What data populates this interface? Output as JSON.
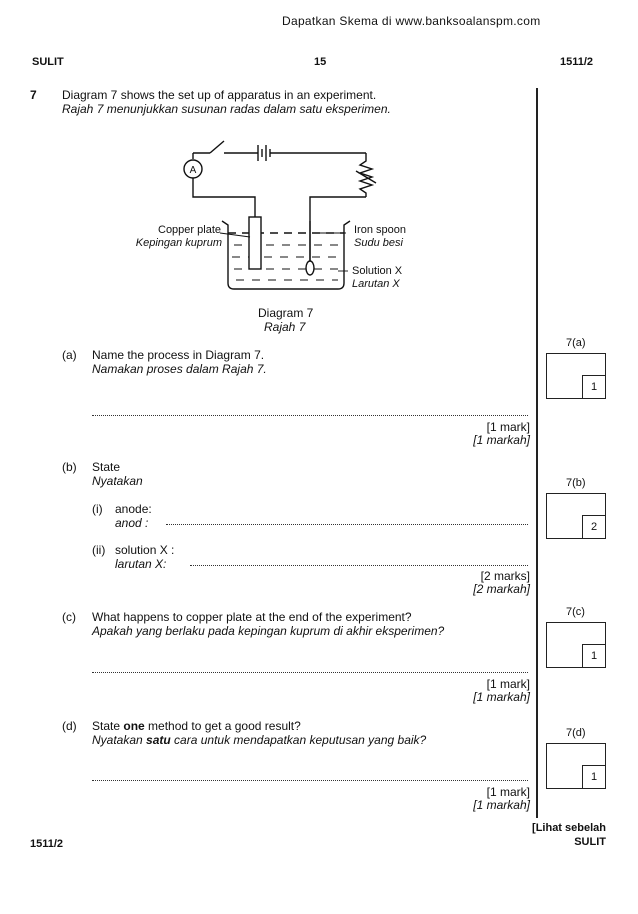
{
  "header": {
    "watermark": "Dapatkan Skema di www.banksoalanspm.com",
    "left": "SULIT",
    "page": "15",
    "right": "1511/2"
  },
  "question": {
    "number": "7",
    "intro_en": "Diagram 7 shows the set up of apparatus in an experiment.",
    "intro_ms": "Rajah 7 menunjukkan susunan radas dalam satu eksperimen."
  },
  "diagram": {
    "ammeter_symbol": "A",
    "label_copper_en": "Copper plate",
    "label_copper_ms": "Kepingan kuprum",
    "label_iron_en": "Iron spoon",
    "label_iron_ms": "Sudu besi",
    "label_solution_en": "Solution X",
    "label_solution_ms": "Larutan X",
    "caption_en": "Diagram 7",
    "caption_ms": "Rajah 7"
  },
  "parts": {
    "a": {
      "label": "(a)",
      "text_en": "Name the process in Diagram 7.",
      "text_ms": "Namakan proses dalam Rajah 7.",
      "mark_en": "[1 mark]",
      "mark_ms": "[1 markah]",
      "box_label": "7(a)",
      "box_marks": "1"
    },
    "b": {
      "label": "(b)",
      "text_en": "State",
      "text_ms": "Nyatakan",
      "i_label": "(i)",
      "i_en": "anode:",
      "i_ms": "anod :",
      "ii_label": "(ii)",
      "ii_en": "solution X :",
      "ii_ms": "larutan X:",
      "mark_en": "[2 marks]",
      "mark_ms": "[2 markah]",
      "box_label": "7(b)",
      "box_marks": "2"
    },
    "c": {
      "label": "(c)",
      "text_en": "What happens to copper plate at the end of the experiment?",
      "text_ms": "Apakah yang berlaku pada kepingan kuprum di akhir eksperimen?",
      "mark_en": "[1 mark]",
      "mark_ms": "[1 markah]",
      "box_label": "7(c)",
      "box_marks": "1"
    },
    "d": {
      "label": "(d)",
      "text_en_pre": "State ",
      "text_en_bold": "one",
      "text_en_post": " method to get a good result?",
      "text_ms_pre": "Nyatakan ",
      "text_ms_bold": "satu",
      "text_ms_post": " cara untuk mendapatkan keputusan yang baik?",
      "mark_en": "[1 mark]",
      "mark_ms": "[1 markah]",
      "box_label": "7(d)",
      "box_marks": "1"
    }
  },
  "footer": {
    "left": "1511/2",
    "right_1": "[Lihat sebelah",
    "right_2": "SULIT"
  }
}
